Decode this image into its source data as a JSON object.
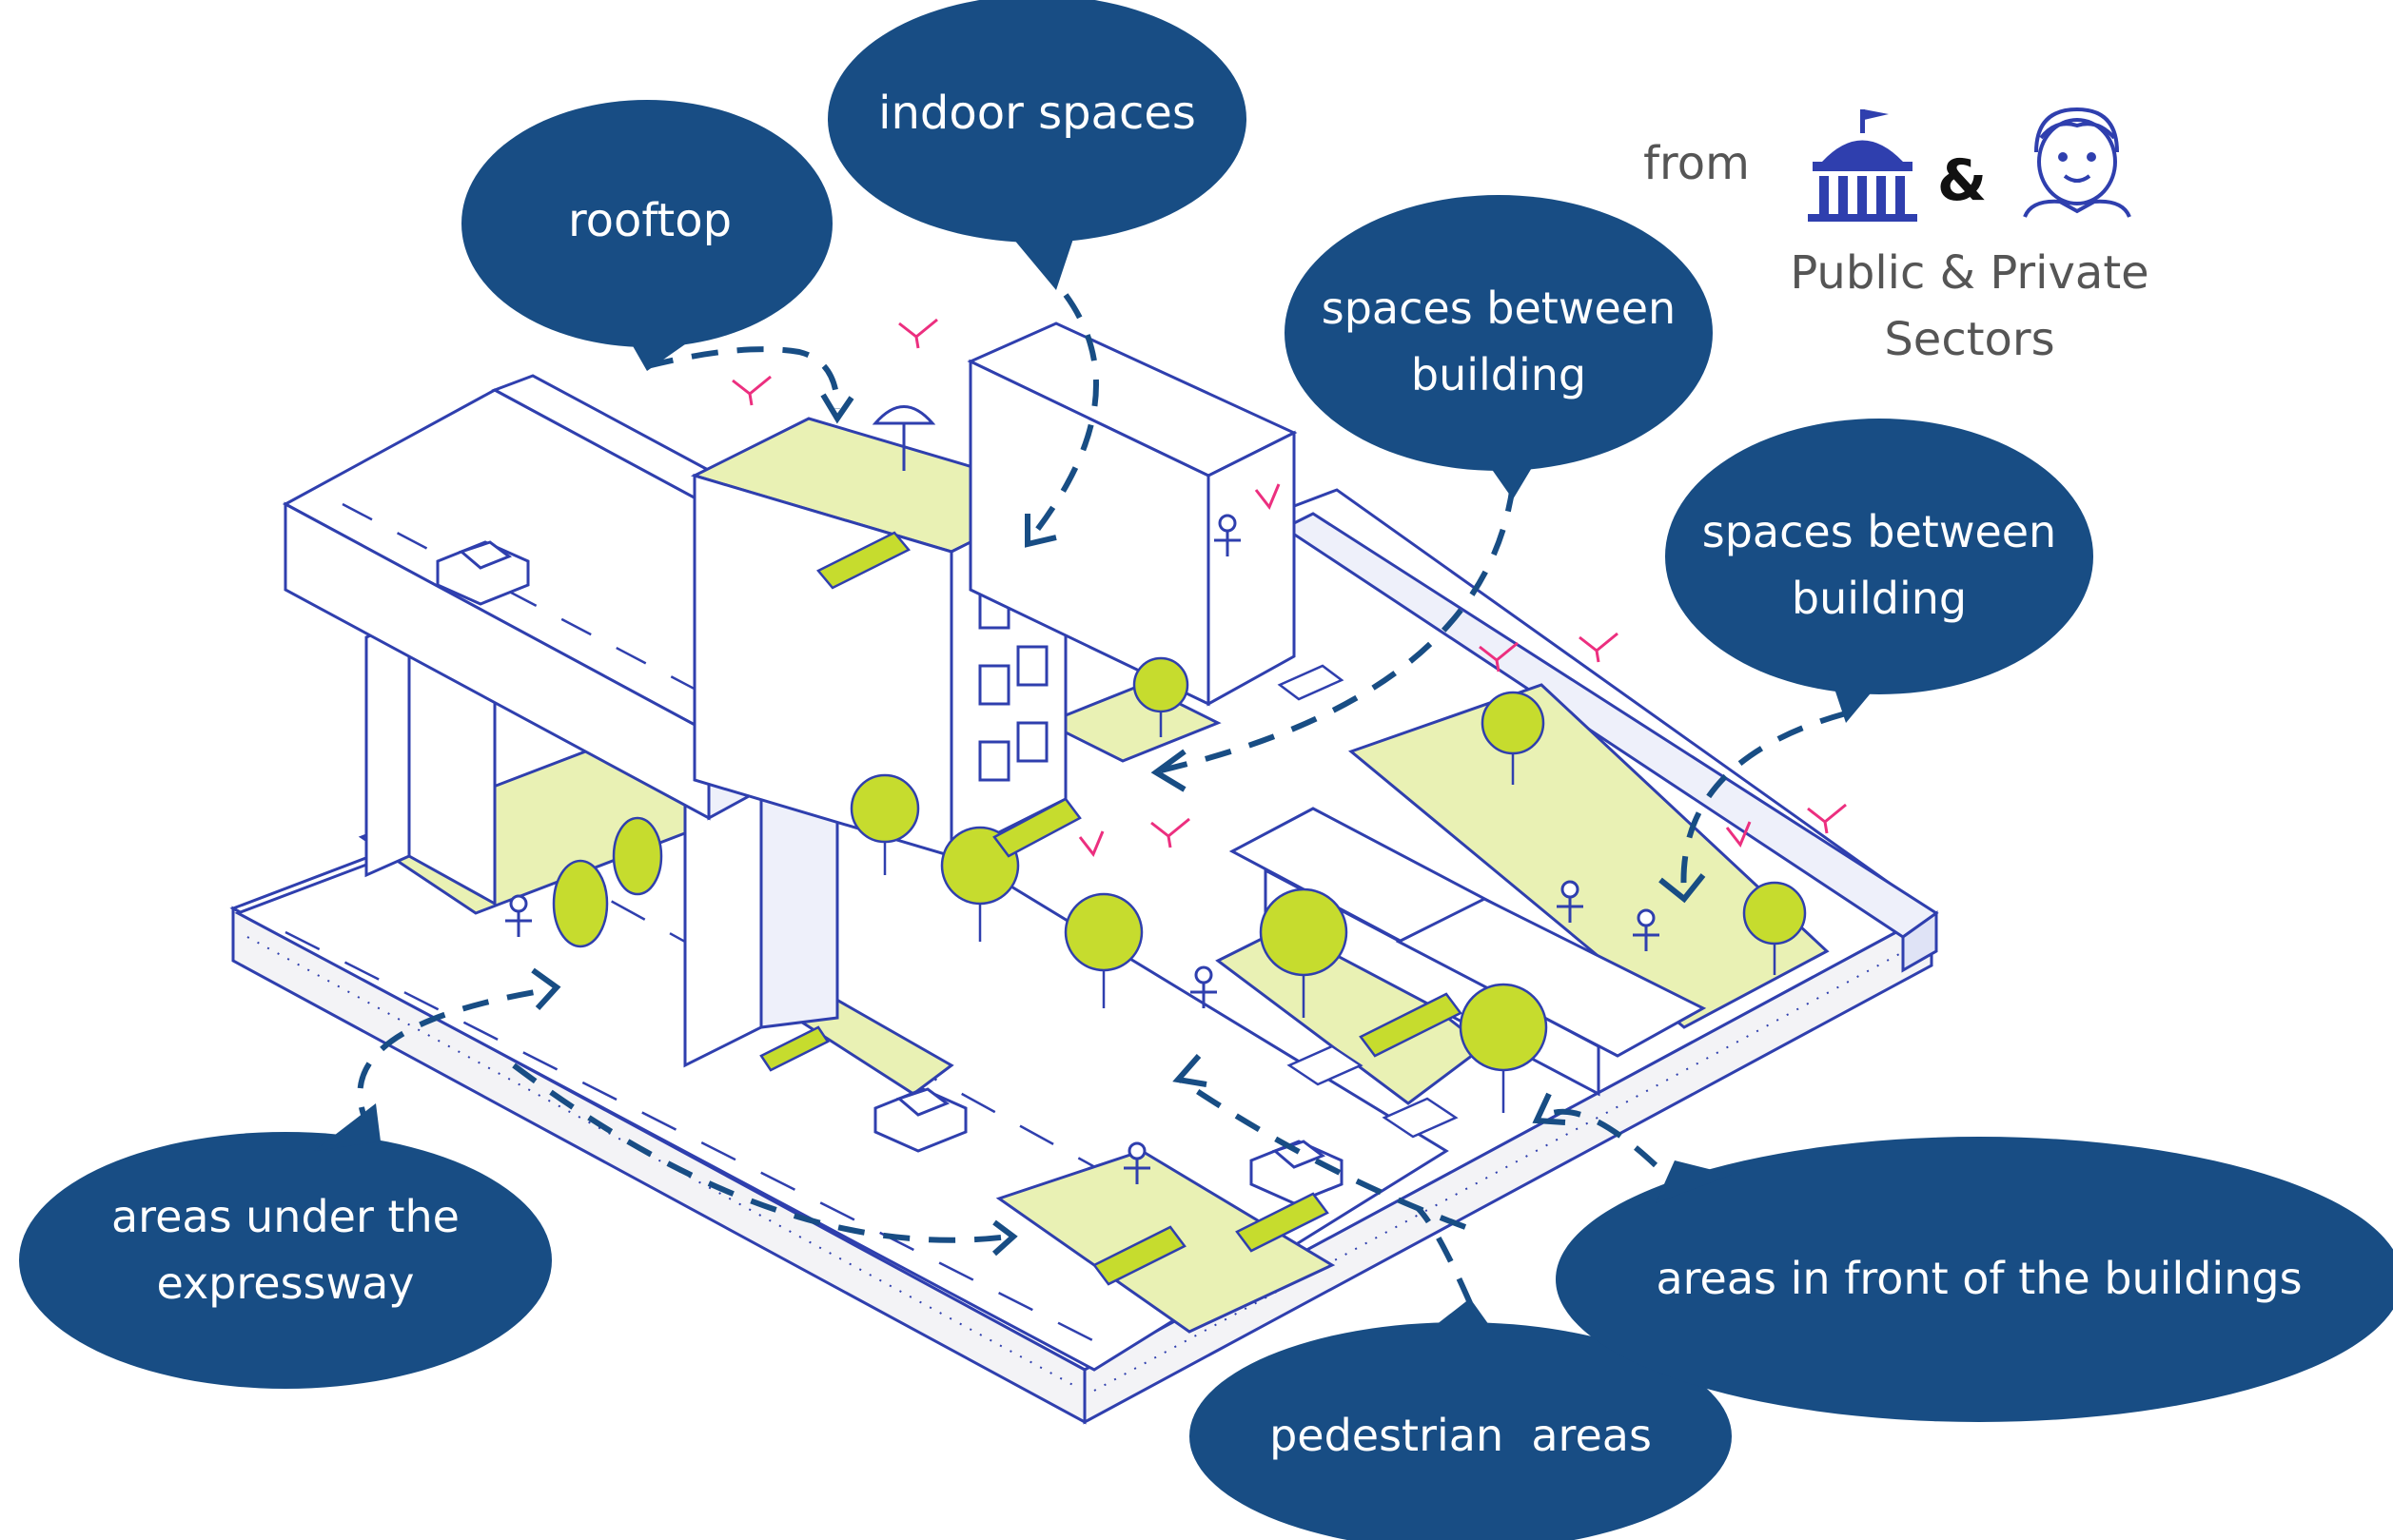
{
  "colors": {
    "line": "#2f3fae",
    "green": "#c6dc2e",
    "green_light": "#e9f1b4",
    "bubble": "#184d84",
    "pink": "#ec2f7f",
    "text_gray": "#555555",
    "white": "#ffffff"
  },
  "callouts": {
    "rooftop": {
      "lines": [
        "rooftop"
      ]
    },
    "indoor": {
      "lines": [
        "indoor spaces"
      ]
    },
    "between1": {
      "lines": [
        "spaces between",
        "building"
      ]
    },
    "between2": {
      "lines": [
        "spaces between",
        "building"
      ]
    },
    "expressway": {
      "lines": [
        "areas under the",
        "expressway"
      ]
    },
    "pedestrian": {
      "lines": [
        "pedestrian  areas"
      ]
    },
    "front": {
      "lines": [
        "areas in front of the buildings"
      ]
    }
  },
  "sectors": {
    "from_label": "from",
    "ampersand": "&",
    "line1": "Public & Private",
    "line2": "Sectors",
    "icons": [
      "government-building-icon",
      "person-icon"
    ]
  }
}
